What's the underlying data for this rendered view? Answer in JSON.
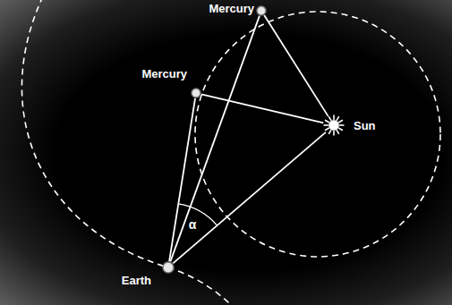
{
  "diagram": {
    "nodes": [
      {
        "text": [
          "Mercury"
        ]
      },
      {
        "text": [
          "Mercury"
        ]
      },
      {
        "text": [
          "Sun"
        ]
      },
      {
        "text": [
          "Earth"
        ]
      }
    ],
    "edges": [
      {
        "from": 3,
        "to": 0,
        "arrow": "none"
      },
      {
        "from": 3,
        "to": 1,
        "arrow": "none"
      },
      {
        "from": 3,
        "to": 2,
        "arrow": "none"
      },
      {
        "from": 1,
        "to": 2,
        "arrow": "none"
      },
      {
        "from": 0,
        "to": 2,
        "arrow": "none"
      }
    ],
    "labels": [
      "α"
    ]
  }
}
